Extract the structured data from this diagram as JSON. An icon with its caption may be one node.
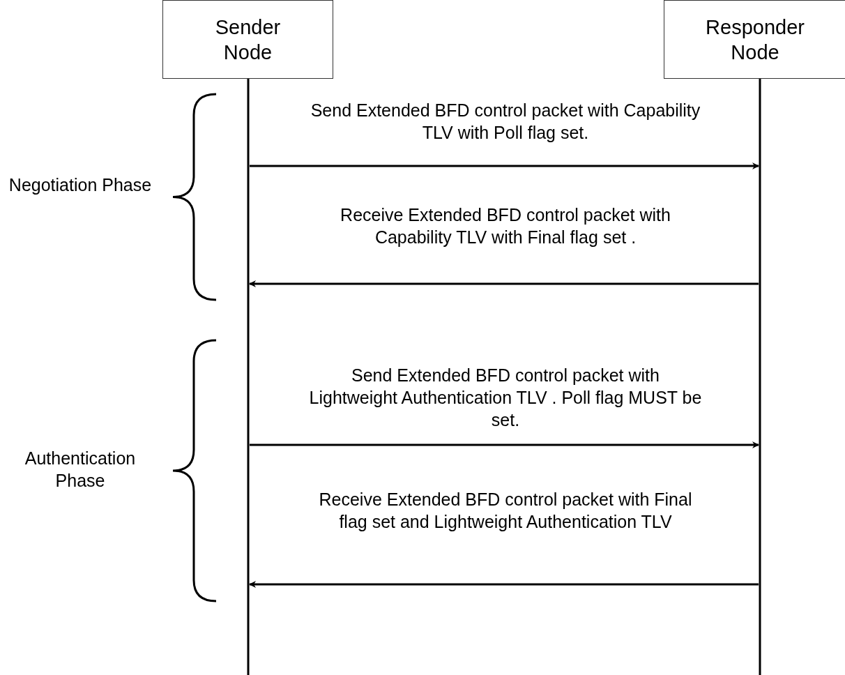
{
  "diagram": {
    "nodes": [
      {
        "text": [
          "Sender Node"
        ]
      },
      {
        "text": [
          "Responder Node"
        ]
      }
    ],
    "edges": [
      {
        "from": 0,
        "to": 1,
        "arrow": "to",
        "label": "Send Extended BFD control packet with Capability TLV with Poll flag set."
      },
      {
        "from": 1,
        "to": 0,
        "arrow": "to",
        "label": "Receive Extended BFD control packet with Capability TLV with Final flag set ."
      },
      {
        "from": 0,
        "to": 1,
        "arrow": "to",
        "label": "Send Extended BFD control packet with Lightweight Authentication TLV . Poll flag MUST be set."
      },
      {
        "from": 1,
        "to": 0,
        "arrow": "to",
        "label": "Receive Extended BFD control packet with Final flag set and Lightweight Authentication TLV"
      }
    ],
    "labels": [
      "Negotiation Phase",
      "Authentication Phase"
    ]
  }
}
